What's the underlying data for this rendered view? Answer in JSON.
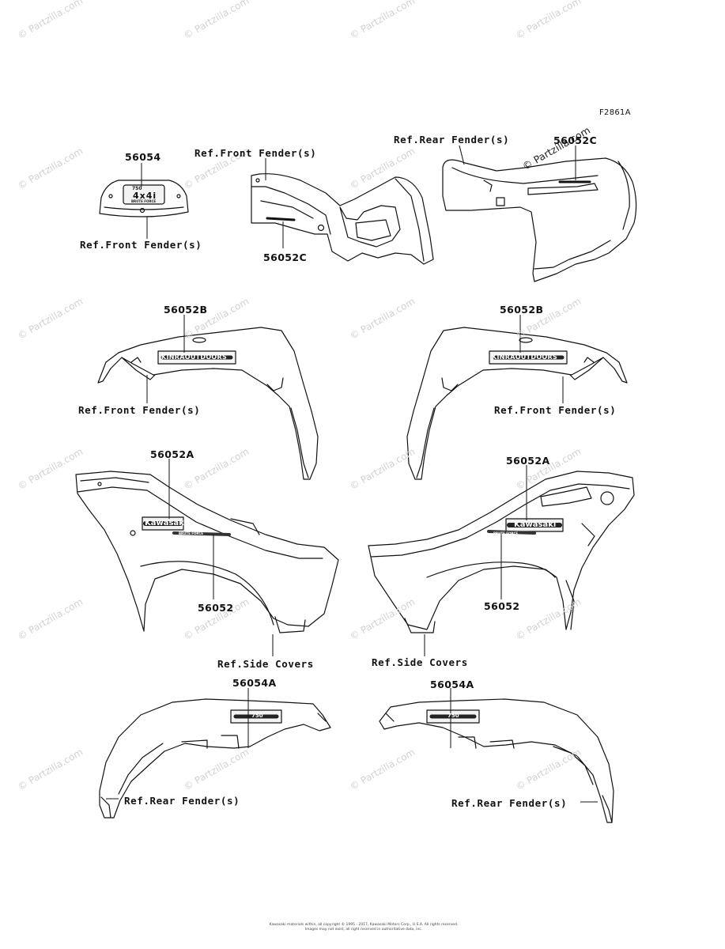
{
  "figure_code": "F2861A",
  "watermark_main": "© Partzilla.com",
  "watermark_tile": "© Partzilla.com",
  "footer": {
    "line1": "Kawasaki materials within, all copyright © 1995 - 2017, Kawasaki Motors Corp., U.S.A. All rights reserved.",
    "line2": "Images may not exist, all right reserved in authoritative data, inc."
  },
  "labels": {
    "part_56054": "56054",
    "front_fender_ref_1": "Ref.Front Fender(s)",
    "front_fender_ref_2": "Ref.Front Fender(s)",
    "rear_fender_ref_1": "Ref.Rear Fender(s)",
    "part_56052c_1": "56052C",
    "part_56052c_2": "56052C",
    "part_56052b_left": "56052B",
    "part_56052b_right": "56052B",
    "front_fender_ref_3": "Ref.Front Fender(s)",
    "front_fender_ref_4": "Ref.Front Fender(s)",
    "part_56052a_left": "56052A",
    "part_56052a_right": "56052A",
    "part_56052_left": "56052",
    "part_56052_right": "56052",
    "side_covers_ref_left": "Ref.Side Covers",
    "side_covers_ref_right": "Ref.Side Covers",
    "part_56054a_left": "56054A",
    "part_56054a_right": "56054A",
    "rear_fender_ref_2": "Ref.Rear Fender(s)",
    "rear_fender_ref_3": "Ref.Rear Fender(s)"
  },
  "decals": {
    "brute_top": "750",
    "brute_4x4": "4x4i",
    "brute_bottom": "BRUTE FORCE",
    "outdoors_left": "KINRAOUTDOORS",
    "outdoors_right": "KINRAOUTDOORS",
    "kawasaki_left": "Kawasaki",
    "kawasaki_right": "Kawasaki",
    "bruteforce_left": "BRUTE FORCE",
    "bruteforce_right": "BRUTE FORCE",
    "rear_left": "750",
    "rear_right": "750"
  }
}
